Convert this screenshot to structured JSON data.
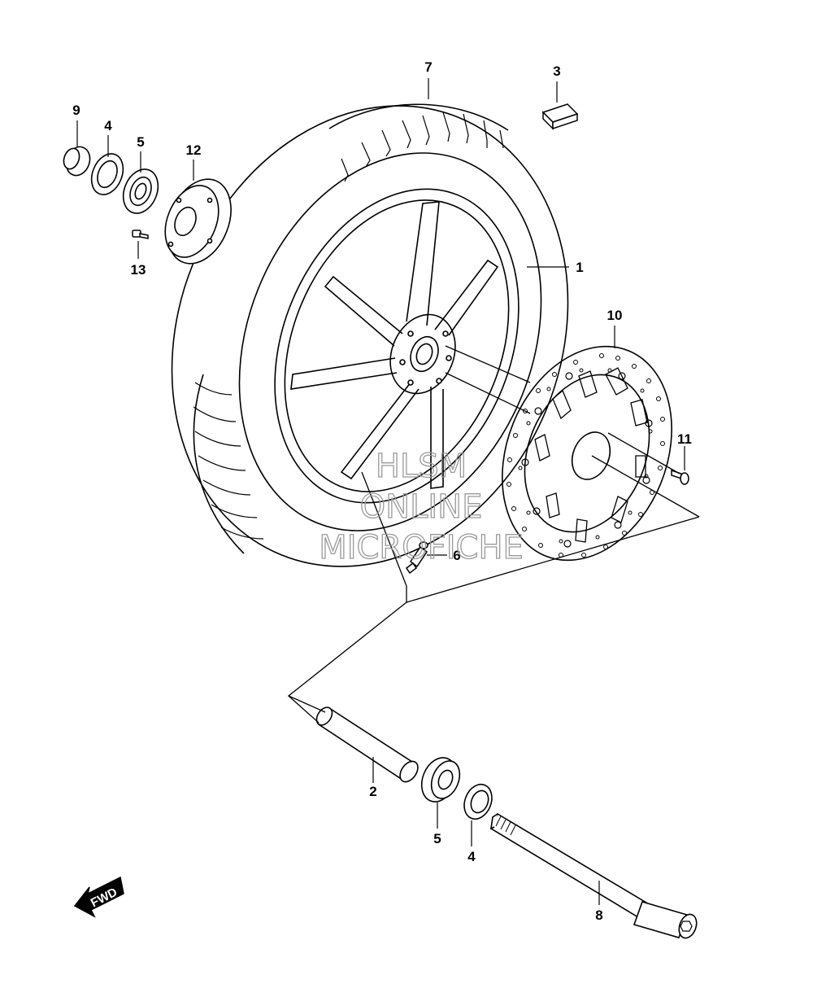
{
  "parts": [
    {
      "key": "wheel",
      "label": "1"
    },
    {
      "key": "spacer",
      "label": "2"
    },
    {
      "key": "balance_weight",
      "label": "3"
    },
    {
      "key": "oil_seal_left",
      "label": "4"
    },
    {
      "key": "bearing_left",
      "label": "5"
    },
    {
      "key": "valve",
      "label": "6"
    },
    {
      "key": "tire",
      "label": "7"
    },
    {
      "key": "axle",
      "label": "8"
    },
    {
      "key": "collar",
      "label": "9"
    },
    {
      "key": "brake_disc",
      "label": "10"
    },
    {
      "key": "disc_bolt",
      "label": "11"
    },
    {
      "key": "sprocket_hub",
      "label": "12"
    },
    {
      "key": "hub_bolt",
      "label": "13"
    },
    {
      "key": "bearing_right",
      "label": "5"
    },
    {
      "key": "oil_seal_right",
      "label": "4"
    }
  ],
  "watermark": {
    "line1": "HLSM",
    "line2": "ONLINE",
    "line3": "MICROFICHE"
  },
  "fwd_arrow": {
    "text": "FWD"
  }
}
